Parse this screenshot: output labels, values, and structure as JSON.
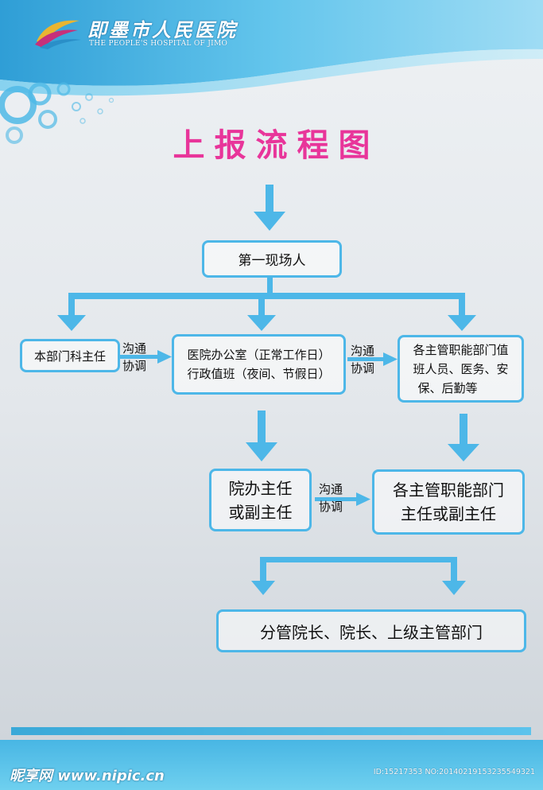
{
  "header": {
    "hospital_name": "即墨市人民医院",
    "hospital_name_en": "THE PEOPLE'S HOSPITAL OF JIMO"
  },
  "title": "上报流程图",
  "nodes": {
    "first_scene": "第一现场人",
    "dept_director": "本部门科主任",
    "hospital_office_1": "医院办公室（正常工作日）",
    "hospital_office_2": "行政值班（夜间、节假日）",
    "functional_duty_1": "各主管职能部门值",
    "functional_duty_2": "班人员、医务、安",
    "functional_duty_3": "保、后勤等",
    "office_director_1": "院办主任",
    "office_director_2": "或副主任",
    "functional_director_1": "各主管职能部门",
    "functional_director_2": "主任或副主任",
    "leadership": "分管院长、院长、上级主管部门"
  },
  "links": {
    "coord_1_line1": "沟通",
    "coord_1_line2": "协调",
    "coord_2_line1": "沟通",
    "coord_2_line2": "协调",
    "coord_3_line1": "沟通",
    "coord_3_line2": "协调"
  },
  "watermark": {
    "site": "昵享网 www.nipic.cn",
    "id_text": "ID:15217353 NO:20140219153235549321"
  },
  "colors": {
    "title": "#e8359a",
    "box_border": "#4db7e8",
    "arrow": "#4db7e8"
  }
}
